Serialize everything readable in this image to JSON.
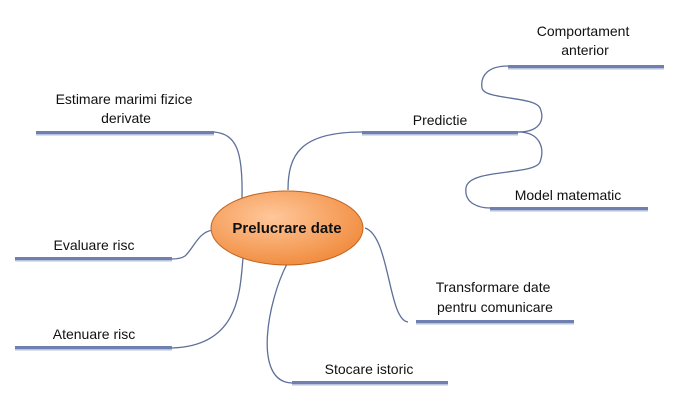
{
  "diagram": {
    "type": "mind-map",
    "center": {
      "label": "Prelucrare date"
    },
    "branches": [
      {
        "id": "predictie",
        "lines": [
          "Predictie"
        ]
      },
      {
        "id": "comportament",
        "lines": [
          "Comportament",
          "anterior"
        ]
      },
      {
        "id": "model",
        "lines": [
          "Model matematic"
        ]
      },
      {
        "id": "estimare",
        "lines": [
          "Estimare marimi fizice",
          "derivate"
        ]
      },
      {
        "id": "evaluare",
        "lines": [
          "Evaluare risc"
        ]
      },
      {
        "id": "atenuare",
        "lines": [
          "Atenuare risc"
        ]
      },
      {
        "id": "transformare",
        "lines": [
          "Transformare date",
          "pentru comunicare"
        ]
      },
      {
        "id": "stocare",
        "lines": [
          "Stocare istoric"
        ]
      }
    ],
    "colors": {
      "center_fill_light": "#ffc79a",
      "center_fill_dark": "#f08a3c",
      "center_stroke": "#c0641f",
      "connector": "#5e6f99",
      "underline": "#6f80b0",
      "underline_shadow": "#b9c2dc"
    }
  }
}
